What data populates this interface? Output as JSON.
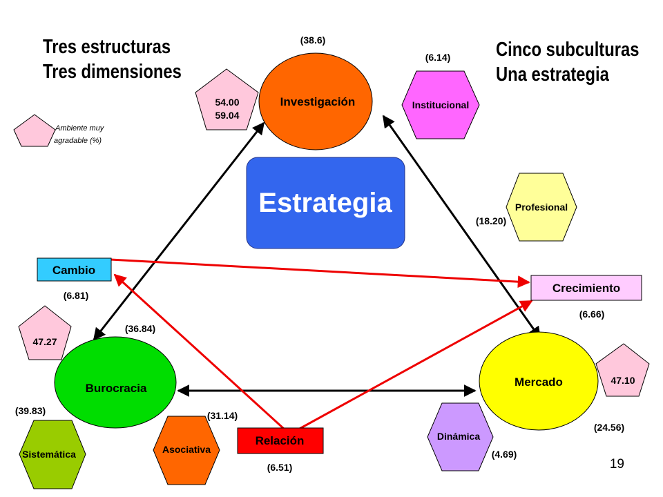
{
  "headings": {
    "left_line1": "Tres estructuras",
    "left_line2": "Tres dimensiones",
    "right_line1": "Cinco subculturas",
    "right_line2": "Una estrategia"
  },
  "center": {
    "label": "Estrategia",
    "color": "#3366ee"
  },
  "legend": {
    "line1": "Ambiente muy",
    "line2": "agradable (%)",
    "color": "#ffc8dc"
  },
  "structures": {
    "investigacion": {
      "label": "Investigación",
      "value": "(38.6)",
      "pentagon_line1": "54.00",
      "pentagon_line2": "59.04",
      "color": "#ff6600"
    },
    "burocracia": {
      "label": "Burocracia",
      "value": "(36.84)",
      "pentagon": "47.27",
      "color": "#00dd00"
    },
    "mercado": {
      "label": "Mercado",
      "value": "(24.56)",
      "pentagon": "47.10",
      "color": "#ffff00"
    }
  },
  "dimensions": {
    "cambio": {
      "label": "Cambio",
      "value": "(6.81)",
      "color": "#33ccff"
    },
    "crecimiento": {
      "label": "Crecimiento",
      "value": "(6.66)",
      "color": "#ffccff"
    },
    "relacion": {
      "label": "Relación",
      "value": "(6.51)",
      "color": "#ff0000"
    }
  },
  "subcultures": {
    "institucional": {
      "label": "Institucional",
      "value": "(6.14)",
      "color": "#ff66ff"
    },
    "profesional": {
      "label": "Profesional",
      "value": "(18.20)",
      "color": "#ffff99"
    },
    "dinamica": {
      "label": "Dinámica",
      "value": "(4.69)",
      "color": "#cc99ff"
    },
    "asociativa": {
      "label": "Asociativa",
      "value": "(31.14)",
      "color": "#ff6600"
    },
    "sistematica": {
      "label": "Sistemática",
      "value": "(39.83)",
      "color": "#99cc00"
    }
  },
  "page_number": "19"
}
